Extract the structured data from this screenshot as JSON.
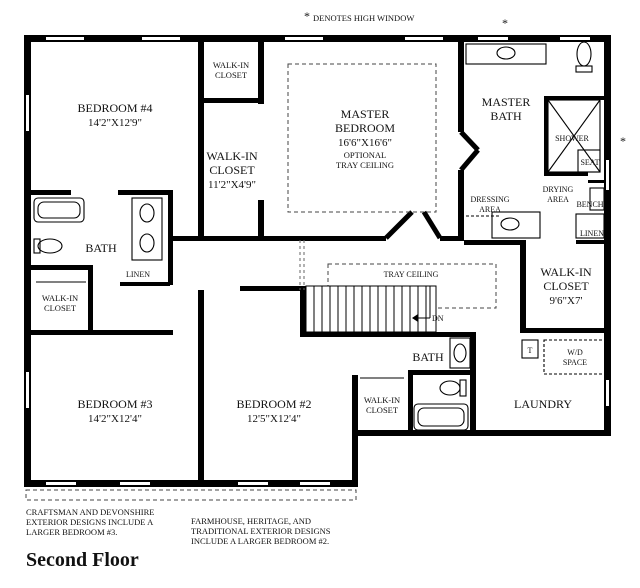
{
  "legend": {
    "asterisk": "*",
    "high_window": "DENOTES HIGH WINDOW"
  },
  "rooms": {
    "bedroom4": {
      "name": "BEDROOM #4",
      "size": "14'2\"X12'9\""
    },
    "walkin_closet_top": {
      "line1": "WALK-IN",
      "line2": "CLOSET"
    },
    "walkin_closet_mid": {
      "line1": "WALK-IN",
      "line2": "CLOSET",
      "size": "11'2\"X4'9\""
    },
    "master_bedroom": {
      "line1": "MASTER",
      "line2": "BEDROOM",
      "size": "16'6\"X16'6\"",
      "note1": "OPTIONAL",
      "note2": "TRAY CEILING"
    },
    "master_bath": {
      "line1": "MASTER",
      "line2": "BATH"
    },
    "shower": "SHOWER",
    "seat": "SEAT",
    "drying_area": {
      "line1": "DRYING",
      "line2": "AREA"
    },
    "bench": "BENCH",
    "dressing_area": {
      "line1": "DRESSING",
      "line2": "AREA"
    },
    "linen_right": "LINEN",
    "bath_left": "BATH",
    "linen_left": "LINEN",
    "walkin_closet_left": {
      "line1": "WALK-IN",
      "line2": "CLOSET"
    },
    "tray_ceiling": "TRAY CEILING",
    "dn": "DN",
    "walkin_closet_right": {
      "line1": "WALK-IN",
      "line2": "CLOSET",
      "size": "9'6\"X7'"
    },
    "bath_center": "BATH",
    "wd_space": {
      "line1": "W/D",
      "line2": "SPACE"
    },
    "wd_t": "T",
    "bedroom3": {
      "name": "BEDROOM #3",
      "size": "14'2\"X12'4\""
    },
    "bedroom2": {
      "name": "BEDROOM #2",
      "size": "12'5\"X12'4\""
    },
    "walkin_closet_bottom": {
      "line1": "WALK-IN",
      "line2": "CLOSET"
    },
    "laundry": "LAUNDRY"
  },
  "notes": {
    "craftsman": [
      "CRAFTSMAN AND DEVONSHIRE",
      "EXTERIOR DESIGNS INCLUDE A",
      "LARGER BEDROOM #3."
    ],
    "farmhouse": [
      "FARMHOUSE, HERITAGE, AND",
      "TRADITIONAL EXTERIOR DESIGNS",
      "INCLUDE A LARGER BEDROOM #2."
    ]
  },
  "title": "Second Floor"
}
